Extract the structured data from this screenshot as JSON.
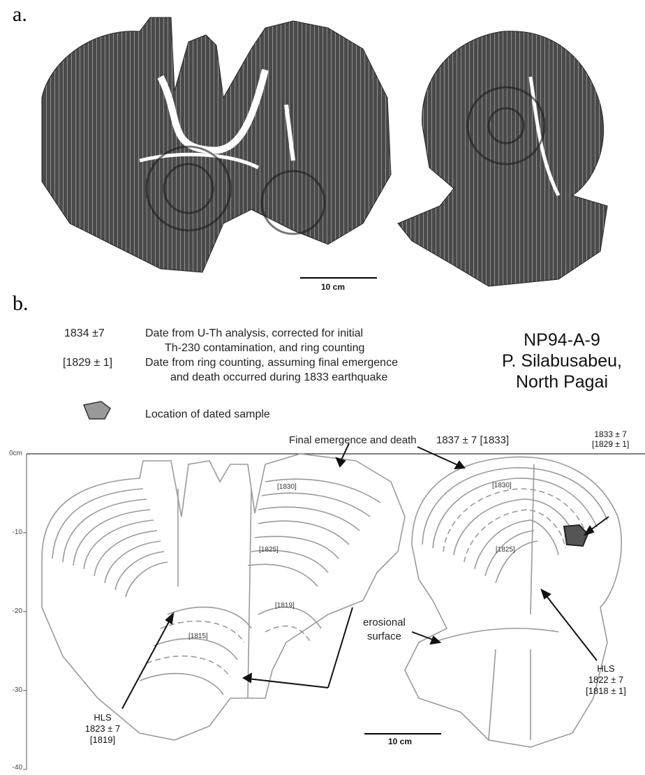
{
  "panel_a": {
    "label": "a.",
    "scale_bar": "10 cm"
  },
  "panel_b": {
    "label": "b.",
    "legend": [
      {
        "key": "1834 ±7",
        "text1": "Date from U-Th analysis, corrected for initial",
        "text2": "Th-230 contamination, and ring counting"
      },
      {
        "key": "[1829 ± 1]",
        "text1": "Date from ring counting, assuming final emergence",
        "text2": "and death occurred during 1833 earthquake"
      }
    ],
    "sample_legend": "Location of dated sample",
    "title_lines": [
      "NP94-A-9",
      "P. Silabusabeu,",
      "North Pagai"
    ],
    "final_emergence": "Final emergence and death",
    "final_date": "1837 ± 7 [1833]",
    "sample_date_1": "1833 ± 7",
    "sample_date_2": "[1829 ± 1]",
    "band_labels": [
      "[1830]",
      "[1825]",
      "[1819]",
      "[1815]",
      "[1830]",
      "[1825]"
    ],
    "erosional_1": "erosional",
    "erosional_2": "surface",
    "hls_left": [
      "HLS",
      "1823 ± 7",
      "[1819]"
    ],
    "hls_right": [
      "HLS",
      "1822 ± 7",
      "[1818 ± 1]"
    ],
    "scale_bar": "10 cm",
    "axis_ticks": [
      "0cm",
      "-10",
      "-20",
      "-30",
      "-40"
    ],
    "colors": {
      "ring_line": "#9a9a9a",
      "sample_fill": "#555555",
      "coral_dark": "#2a2a2a"
    }
  }
}
